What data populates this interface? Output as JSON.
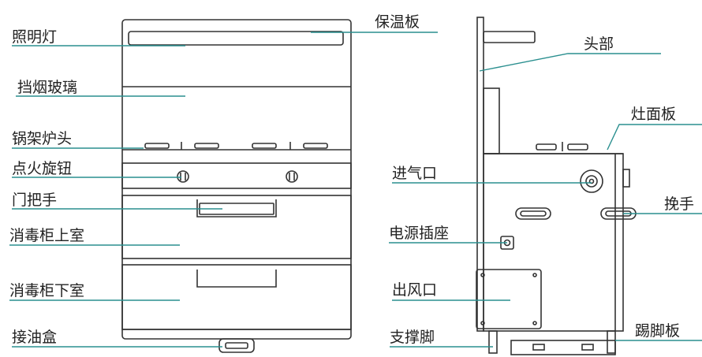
{
  "labels": {
    "lighting_lamp": "照明灯",
    "smoke_glass": "挡烟玻璃",
    "pot_rack_burner": "锅架炉头",
    "ignition_knob": "点火旋钮",
    "door_handle": "门把手",
    "upper_chamber": "消毒柜上室",
    "lower_chamber": "消毒柜下室",
    "oil_box": "接油盒",
    "warming_plate": "保温板",
    "head": "头部",
    "stove_panel": "灶面板",
    "air_inlet": "进气口",
    "hand_grip": "挽手",
    "power_socket": "电源插座",
    "air_outlet": "出风口",
    "support_foot": "支撑脚",
    "kick_plate": "踢脚板"
  },
  "colors": {
    "leader_line": "#2a8f8f",
    "outline": "#333333",
    "text": "#222222"
  }
}
